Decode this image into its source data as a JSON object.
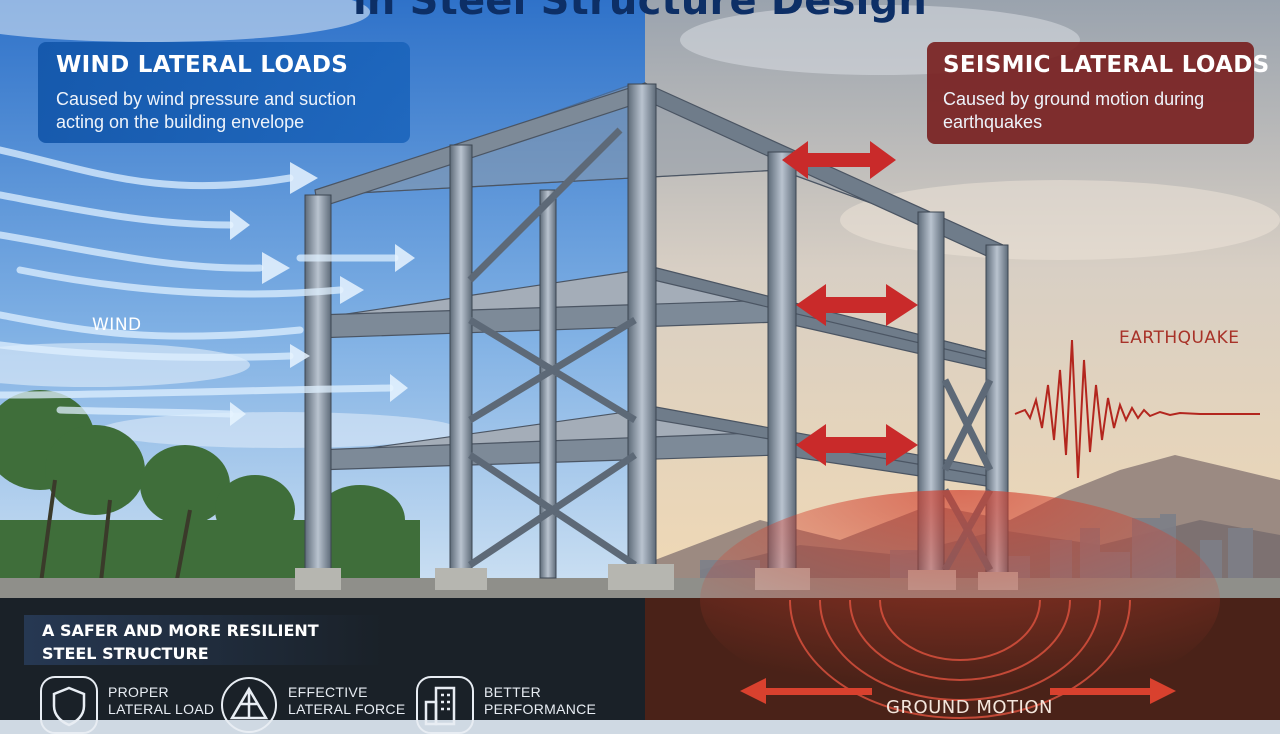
{
  "title": "in Steel Structure Design",
  "wind_panel": {
    "heading": "WIND LATERAL LOADS",
    "line1": "Caused by wind pressure and suction",
    "line2": "acting on the building envelope"
  },
  "seismic_panel": {
    "heading": "SEISMIC LATERAL LOADS",
    "line1": "Caused by ground motion during",
    "line2": "earthquakes"
  },
  "wind_label": "WIND",
  "earthquake_label": "EARTHQUAKE",
  "ground_motion_label": "GROUND MOTION",
  "summary": {
    "line1": "A SAFER AND MORE RESILIENT",
    "line2": "STEEL STRUCTURE"
  },
  "features": [
    {
      "icon": "shield-icon",
      "line1": "PROPER",
      "line2": "LATERAL LOAD"
    },
    {
      "icon": "truss-triangle-icon",
      "line1": "EFFECTIVE",
      "line2": "LATERAL FORCE"
    },
    {
      "icon": "building-icon",
      "line1": "BETTER",
      "line2": "PERFORMANCE"
    }
  ],
  "colors": {
    "wind_accent": "#1f62b8",
    "seismic_accent": "#8a2a26",
    "title": "#0d2f66",
    "force_arrow": "#c92a2a"
  }
}
